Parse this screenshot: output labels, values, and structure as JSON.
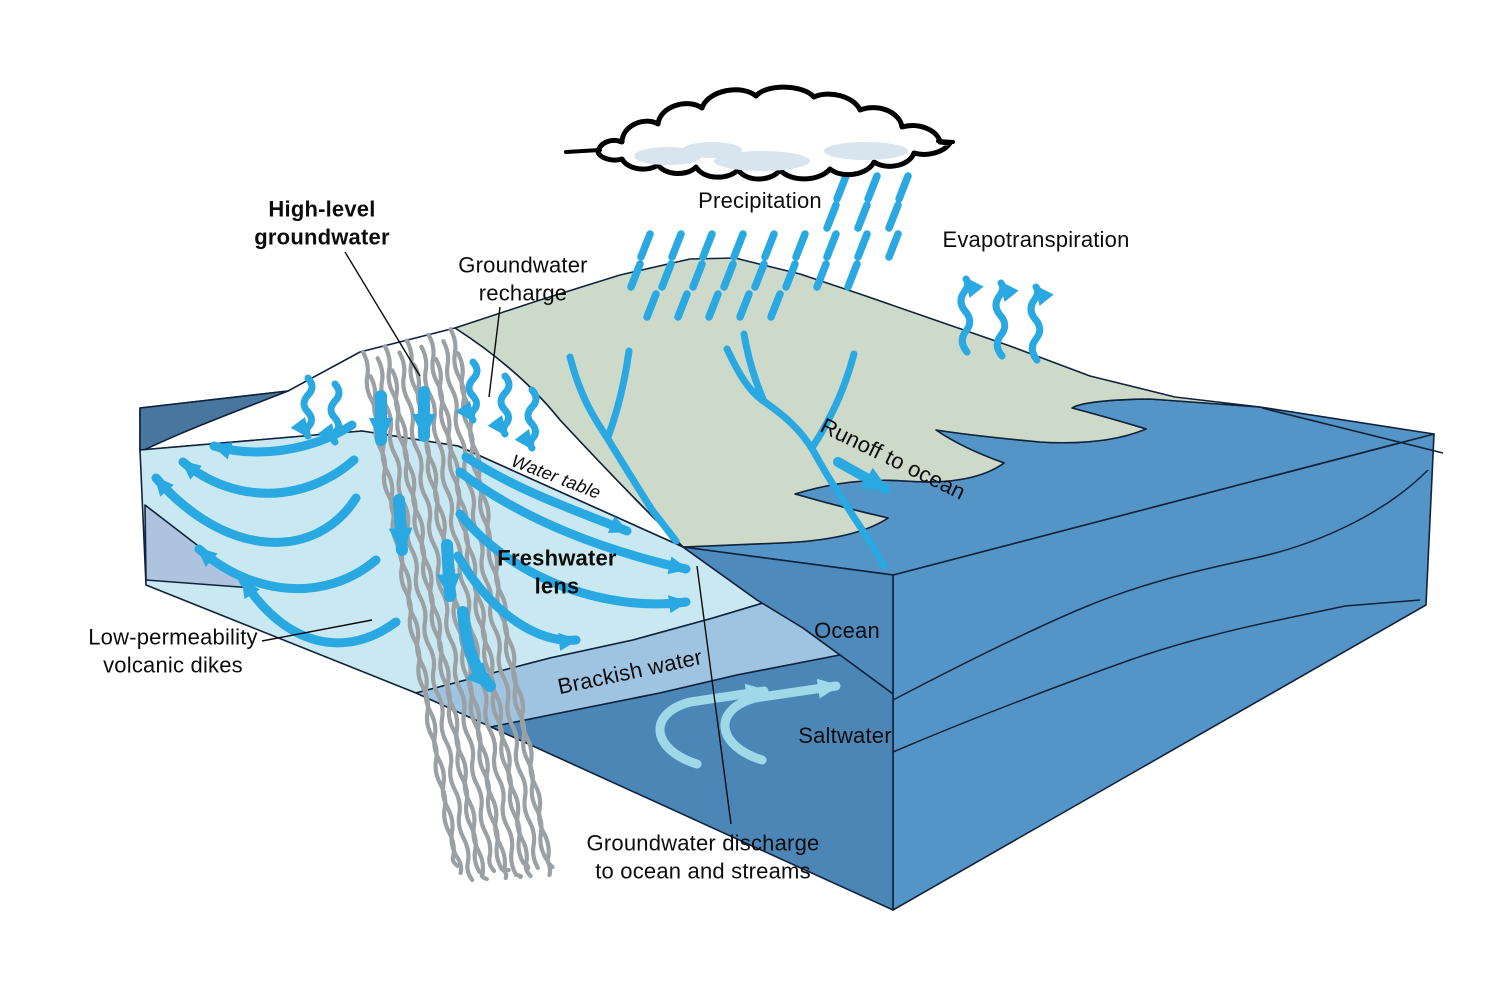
{
  "labels": {
    "precipitation": "Precipitation",
    "evapotranspiration": "Evapotranspiration",
    "high_level_groundwater": {
      "line1": "High-level",
      "line2": "groundwater"
    },
    "groundwater_recharge": {
      "line1": "Groundwater",
      "line2": "recharge"
    },
    "water_table": "Water table",
    "freshwater_lens": {
      "line1": "Freshwater",
      "line2": "lens"
    },
    "low_permeability_dikes": {
      "line1": "Low-permeability",
      "line2": "volcanic dikes"
    },
    "runoff_to_ocean": "Runoff to ocean",
    "ocean": "Ocean",
    "brackish_water": "Brackish water",
    "saltwater": "Saltwater",
    "groundwater_discharge": {
      "line1": "Groundwater discharge",
      "line2": "to ocean and streams"
    }
  },
  "colors": {
    "ocean_surface": "#5494c6",
    "ocean_cross_section": "#4f8abc",
    "saltwater_zone": "#4c86b7",
    "background_ocean": "#49769f",
    "freshwater_lens": "#c9e8f2",
    "brackish_zone": "#9fc4e2",
    "transition_side": "#adc3de",
    "land_surface": "#cdd9c9",
    "flow_arrow": "#29a8e1",
    "saltwater_arrow": "#9fd9e8",
    "dike_gray": "#9aa0a4",
    "cloud_shading": "#d8e5ee",
    "outline": "#10233b"
  }
}
